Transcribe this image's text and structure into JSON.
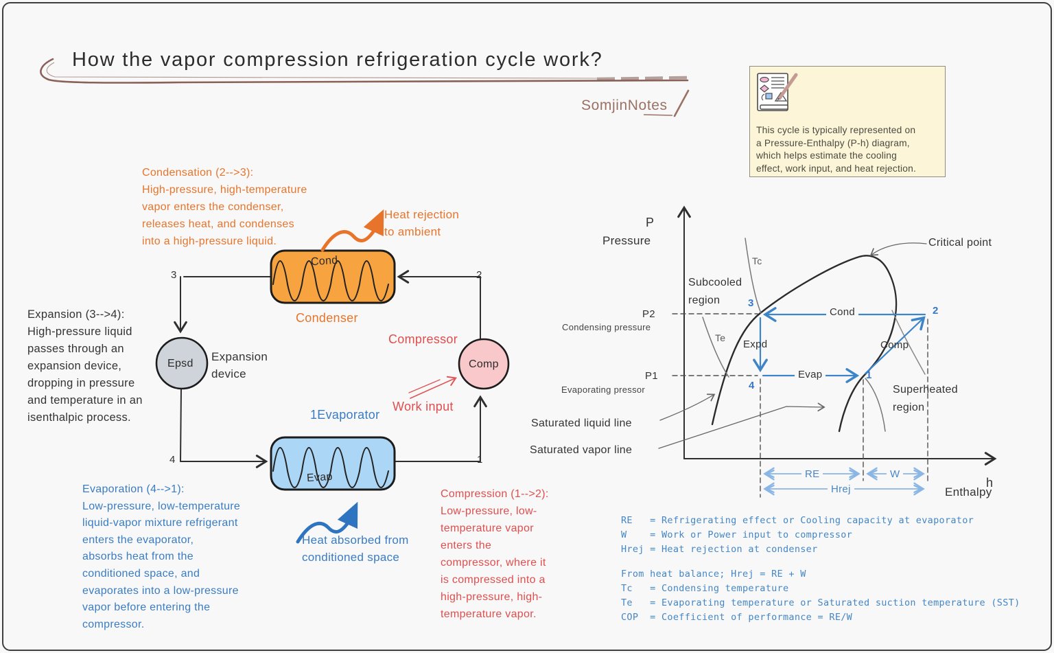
{
  "title": "How the vapor compression refrigeration cycle work?",
  "signature": "SomjinNotes",
  "note": {
    "text": "This cycle is typically represented on\na Pressure-Enthalpy (P-h) diagram,\nwhich helps estimate the cooling\neffect, work input, and heat rejection."
  },
  "cycle": {
    "condenser_tag": "Cond",
    "condenser_label": "Condenser",
    "evaporator_tag": "Evap",
    "evaporator_label": "1Evaporator",
    "compressor_tag": "Comp",
    "compressor_label": "Compressor",
    "expansion_tag": "Epsd",
    "expansion_label": "Expansion\ndevice",
    "work_input": "Work input",
    "heat_rejection": "Heat rejection\nto ambient",
    "heat_absorbed": "Heat absorbed from\nconditioned space",
    "n1": "1",
    "n2": "2",
    "n3": "3",
    "n4": "4"
  },
  "paragraphs": {
    "condensation": "Condensation (2-->3):\nHigh-pressure, high-temperature\nvapor enters the condenser,\nreleases heat, and condenses\ninto a high-pressure liquid.",
    "expansion": "Expansion (3-->4):\nHigh-pressure liquid\npasses through an\nexpansion device,\ndropping in pressure\nand temperature in an\nisenthalpic process.",
    "evaporation": "Evaporation (4-->1):\nLow-pressure, low-temperature\nliquid-vapor mixture refrigerant\nenters the evaporator,\nabsorbs heat from the\nconditioned space, and\nevaporates into a low-pressure\nvapor before entering the\ncompressor.",
    "compression": "Compression (1-->2):\nLow-pressure, low-\ntemperature vapor\nenters the\ncompressor, where it\nis compressed into a\nhigh-pressure, high-\ntemperature vapor."
  },
  "ph": {
    "p_short": "P",
    "p_long": "Pressure",
    "h_short": "h",
    "h_long": "Enthalpy",
    "critical": "Critical point",
    "tc": "Tc",
    "te": "Te",
    "subcooled": "Subcooled\nregion",
    "superheated": "Superheated\nregion",
    "p2": "P2",
    "p2_label": "Condensing pressure",
    "p1": "P1",
    "p1_label": "Evaporating pressor",
    "sat_liquid": "Saturated liquid line",
    "sat_vapor": "Saturated vapor line",
    "cond": "Cond",
    "comp": "Comp",
    "expd": "Expd",
    "evap": "Evap",
    "n1": "1",
    "n2": "2",
    "n3": "3",
    "n4": "4",
    "re": "RE",
    "w": "W",
    "hrej": "Hrej"
  },
  "legend": {
    "block1": "RE   = Refrigerating effect or Cooling capacity at evaporator\nW    = Work or Power input to compressor\nHrej = Heat rejection at condenser",
    "block2": "From heat balance; Hrej = RE + W\nTc   = Condensing temperature\nTe   = Evaporating temperature or Saturated suction temperature (SST)\nCOP  = Coefficient of performance = RE/W"
  },
  "colors": {
    "orange": "#e8742c",
    "blue": "#3a7cc4",
    "red": "#e04e4e",
    "legend_blue": "#4586c6",
    "condenser_fill": "#f6a340",
    "evaporator_fill": "#abd6f5",
    "compressor_fill": "#f9c8cb",
    "expansion_fill": "#cfd4db",
    "note_bg": "#fcf5d8"
  }
}
